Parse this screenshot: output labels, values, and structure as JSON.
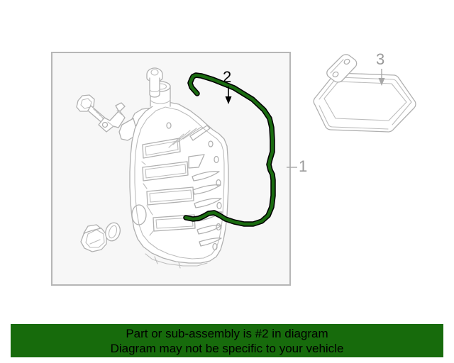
{
  "diagram": {
    "frame": {
      "border_color": "#b6b6b6",
      "background_color": "#f7f7f7"
    },
    "highlight_color": "#1a6b10",
    "line_color": "#b0b0b0",
    "callouts": [
      {
        "id": "1",
        "label": "1",
        "style": "dim",
        "target": "transmission-side-cover"
      },
      {
        "id": "2",
        "label": "2",
        "style": "highlighted",
        "target": "side-cover-gasket"
      },
      {
        "id": "3",
        "label": "3",
        "style": "dim",
        "target": "transmission-filter"
      }
    ],
    "parts": [
      {
        "name": "transmission-side-cover",
        "callout": "1",
        "highlighted": false
      },
      {
        "name": "side-cover-gasket",
        "callout": "2",
        "highlighted": true
      },
      {
        "name": "transmission-filter",
        "callout": "3",
        "highlighted": false
      },
      {
        "name": "round-head-bolt",
        "callout": "",
        "highlighted": false
      },
      {
        "name": "hex-head-bolt",
        "callout": "",
        "highlighted": false
      },
      {
        "name": "speed-sensor",
        "callout": "",
        "highlighted": false
      },
      {
        "name": "retaining-clip",
        "callout": "",
        "highlighted": false
      },
      {
        "name": "o-ring-seal",
        "callout": "",
        "highlighted": false
      }
    ]
  },
  "banner": {
    "background_color": "#176b0c",
    "text_color": "#000000",
    "line1": "Part or sub-assembly is #2 in diagram",
    "line2": "Diagram may not be specific to your vehicle"
  }
}
